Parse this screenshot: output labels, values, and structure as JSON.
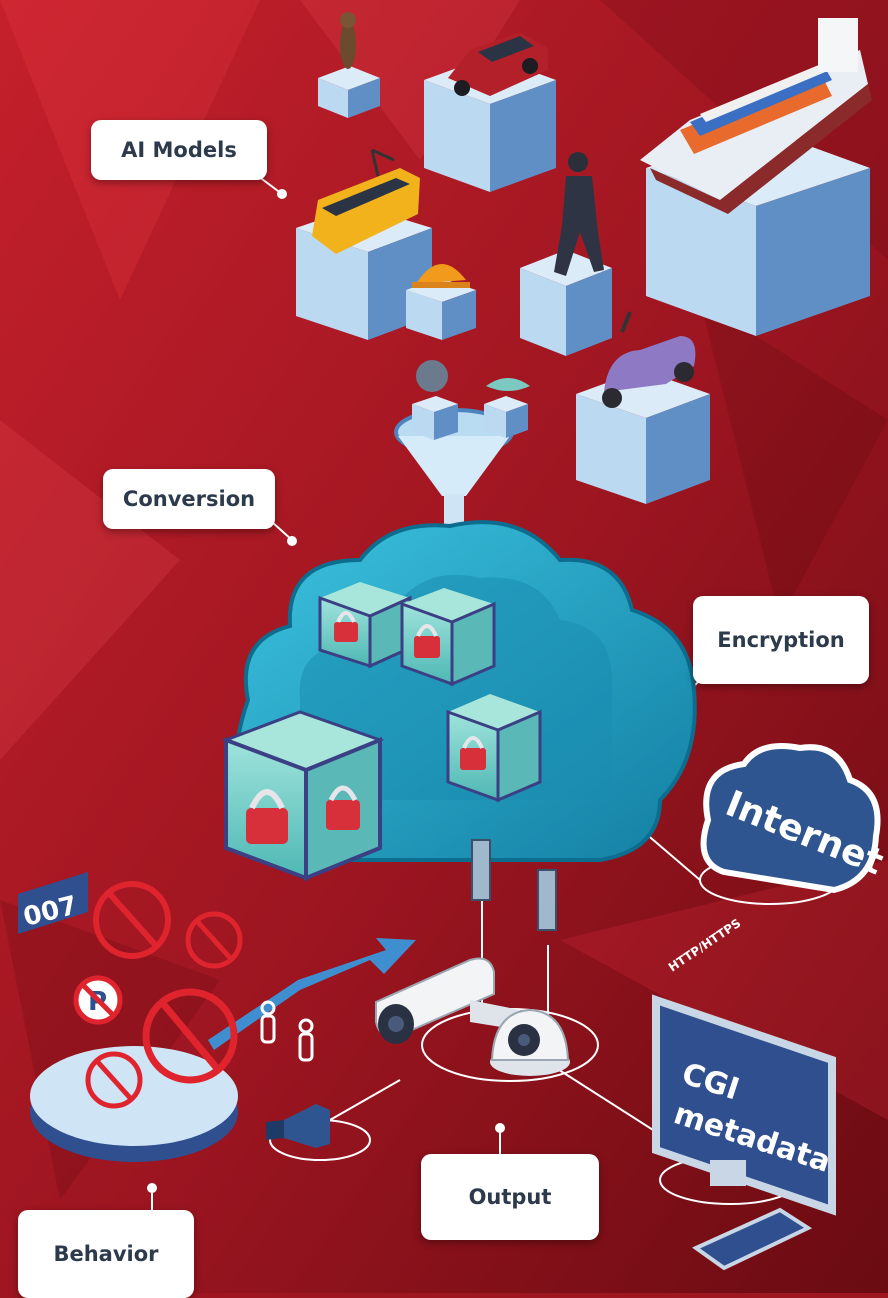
{
  "labels": {
    "ai_models": "AI Models",
    "conversion": "Conversion",
    "encryption": "Encryption",
    "behavior": "Behavior",
    "output": "Output"
  },
  "scene_text": {
    "internet": "Internet",
    "protocol": "HTTP/HTTPS",
    "cgi_line1": "CGI",
    "cgi_line2": "metadata",
    "counter": "007"
  },
  "colors": {
    "background_dark": "#7a0e16",
    "background_red": "#c4202b",
    "cube_face": "#bcd9f2",
    "cube_side": "#5f8fc4",
    "cloud_teal": "#1fa3c4",
    "lock_red": "#d7303a",
    "monitor_blue": "#2f4f8f",
    "prohibit_red": "#e0242e"
  }
}
